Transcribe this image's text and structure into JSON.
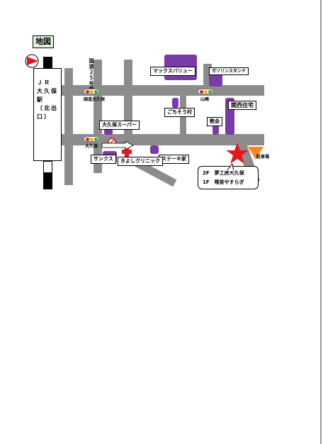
{
  "title": "地図",
  "station": "ＪＲ 大久保 駅 （北出口）",
  "labels": {
    "max_valu": "マックスバリュー",
    "gas_station": "ガソリンスタンド",
    "gochisou": "ごちそう村",
    "kansai_jutaku": "関西住宅",
    "kyokai": "教会",
    "okubo_super": "大久保スーパー",
    "sunkus": "サンクス",
    "kiyoshi_clinic": "きよしクリニック",
    "steak": "ステーキ家",
    "parking": "駐車場"
  },
  "road_labels": {
    "route_vertical": "国道２５号線",
    "intersection_left_top": "国道大久保",
    "intersection_right_top": "山崎",
    "intersection_left_bottom": "大久保"
  },
  "info_box": {
    "line1": "2F　夢工房大久保",
    "line2": "1F　喫茶やすらぎ"
  },
  "colors": {
    "building": "#7a3aa8",
    "road": "#8c8c8c",
    "star": "#e8161c",
    "parking_marker": "#f08c1e",
    "cross": "#e8161c"
  },
  "icons": [
    "station-flag-icon",
    "traffic-light-icon",
    "no-entry-icon",
    "one-way-arrow-icon",
    "hospital-cross-icon",
    "star-icon",
    "parking-triangle-icon"
  ]
}
